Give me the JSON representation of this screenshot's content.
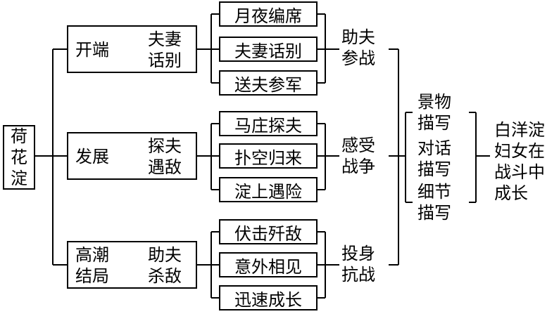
{
  "root": "荷花淀",
  "stages": [
    {
      "name": "开端",
      "event_line1": "夫妻",
      "event_line2": "话别",
      "scenes": [
        "月夜编席",
        "夫妻话别",
        "送夫参军"
      ],
      "outcome_line1": "助夫",
      "outcome_line2": "参战"
    },
    {
      "name": "发展",
      "event_line1": "探夫",
      "event_line2": "遇敌",
      "scenes": [
        "马庄探夫",
        "扑空归来",
        "淀上遇险"
      ],
      "outcome_line1": "感受",
      "outcome_line2": "战争"
    },
    {
      "name_line1": "高潮",
      "name_line2": "结局",
      "event_line1": "助夫",
      "event_line2": "杀敌",
      "scenes": [
        "伏击歼敌",
        "意外相见",
        "迅速成长"
      ],
      "outcome_line1": "投身",
      "outcome_line2": "抗战"
    }
  ],
  "techniques": [
    {
      "line1": "景物",
      "line2": "描写"
    },
    {
      "line1": "对话",
      "line2": "描写"
    },
    {
      "line1": "细节",
      "line2": "描写"
    }
  ],
  "theme_lines": [
    "白洋淀",
    "妇女在",
    "战斗中",
    "成长"
  ]
}
